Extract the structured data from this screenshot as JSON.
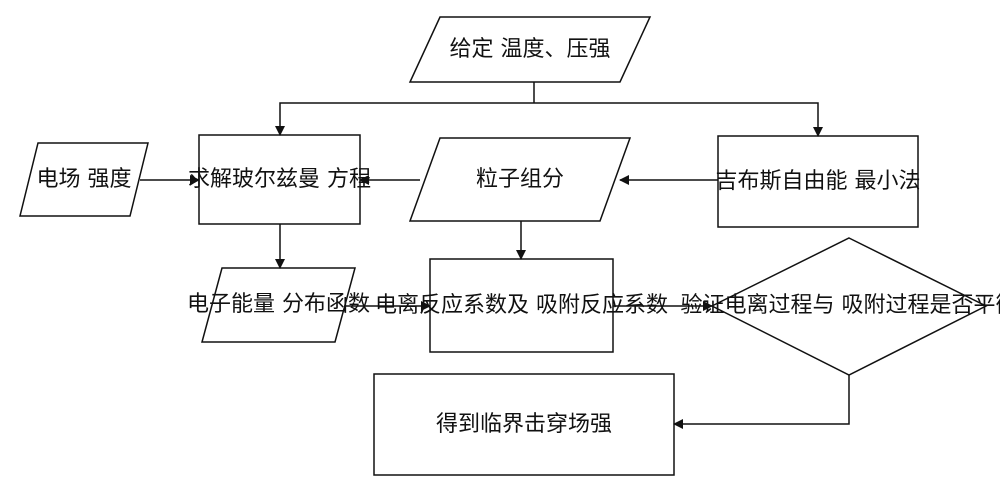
{
  "diagram": {
    "input_given": {
      "line1": "给定",
      "line2": "温度、压强"
    },
    "gibbs_method": {
      "line1": "吉布斯自由能",
      "line2": "最小法"
    },
    "particle_composition": {
      "label": "粒子组分"
    },
    "boltzmann_solver": {
      "line1": "求解玻尔兹曼",
      "line2": "方程"
    },
    "electric_field": {
      "line1": "电场",
      "line2": "强度"
    },
    "electron_energy": {
      "line1": "电子能量",
      "line2": "分布函数"
    },
    "reaction_coeffs": {
      "line1": "电离反应系数及",
      "line2": "吸附反应系数"
    },
    "balance_check": {
      "line1": "验证电离过程与",
      "line2": "吸附过程是否平衡"
    },
    "result": {
      "label": "得到临界击穿场强"
    }
  }
}
